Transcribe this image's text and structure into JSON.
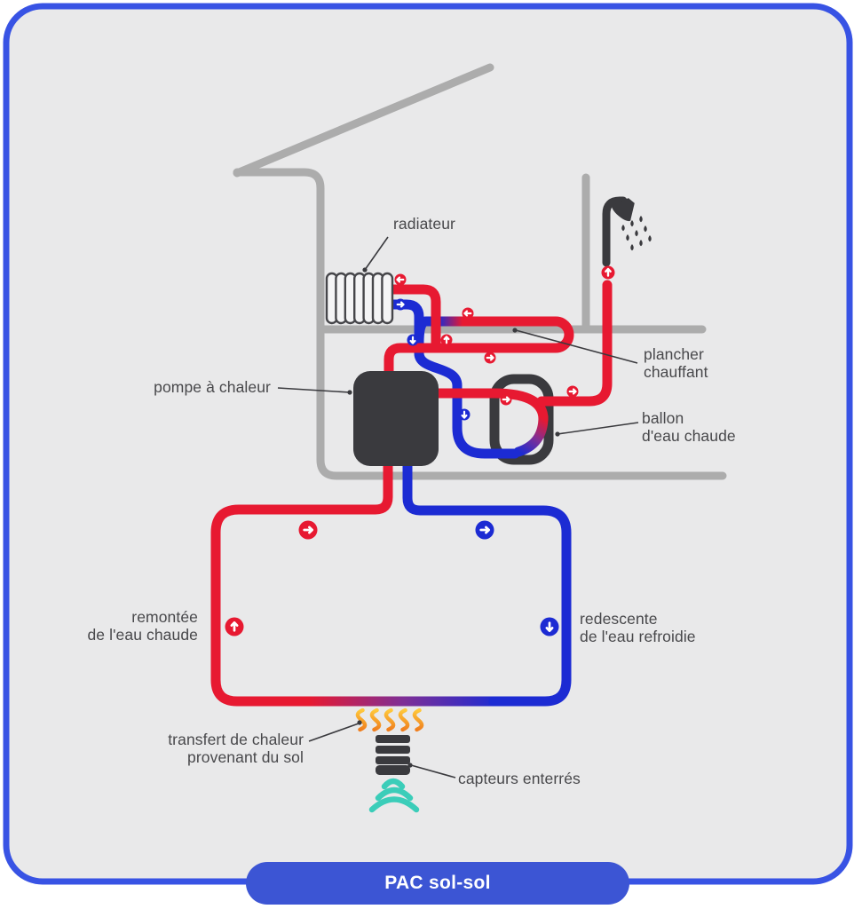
{
  "title": "PAC sol-sol",
  "labels": {
    "radiator": "radiateur",
    "heat_pump": "pompe à chaleur",
    "heated_floor": {
      "line1": "plancher",
      "line2": "chauffant"
    },
    "hot_water_tank": {
      "line1": "ballon",
      "line2": "d'eau chaude"
    },
    "rising_hot_water": {
      "line1": "remontée",
      "line2": "de l'eau chaude"
    },
    "descending_cooled_water": {
      "line1": "redescente",
      "line2": "de l'eau refroidie"
    },
    "ground_heat_transfer": {
      "line1": "transfert de chaleur",
      "line2": "provenant du sol"
    },
    "buried_sensors": "capteurs enterrés"
  },
  "colors": {
    "hot_pipe": "#E71931",
    "cold_pipe": "#1C2BD3",
    "mix_purple": "#7E2F96",
    "frame_blue": "#3853E4",
    "title_pill_blue": "#3C55D4",
    "canvas_gray": "#E9E9EA",
    "structure_gray": "#ACACAC",
    "equipment_dark": "#3A3A3E",
    "heat_wave_orange": "#F5931F",
    "signal_teal": "#3BCDB9",
    "label_text": "#48484B"
  },
  "icons": [
    "radiator-icon",
    "shower-icon",
    "heat-pump-unit",
    "hot-water-tank",
    "heat-wave-icon",
    "buried-sensor-icon",
    "signal-waves-icon",
    "flow-arrow-badge"
  ]
}
